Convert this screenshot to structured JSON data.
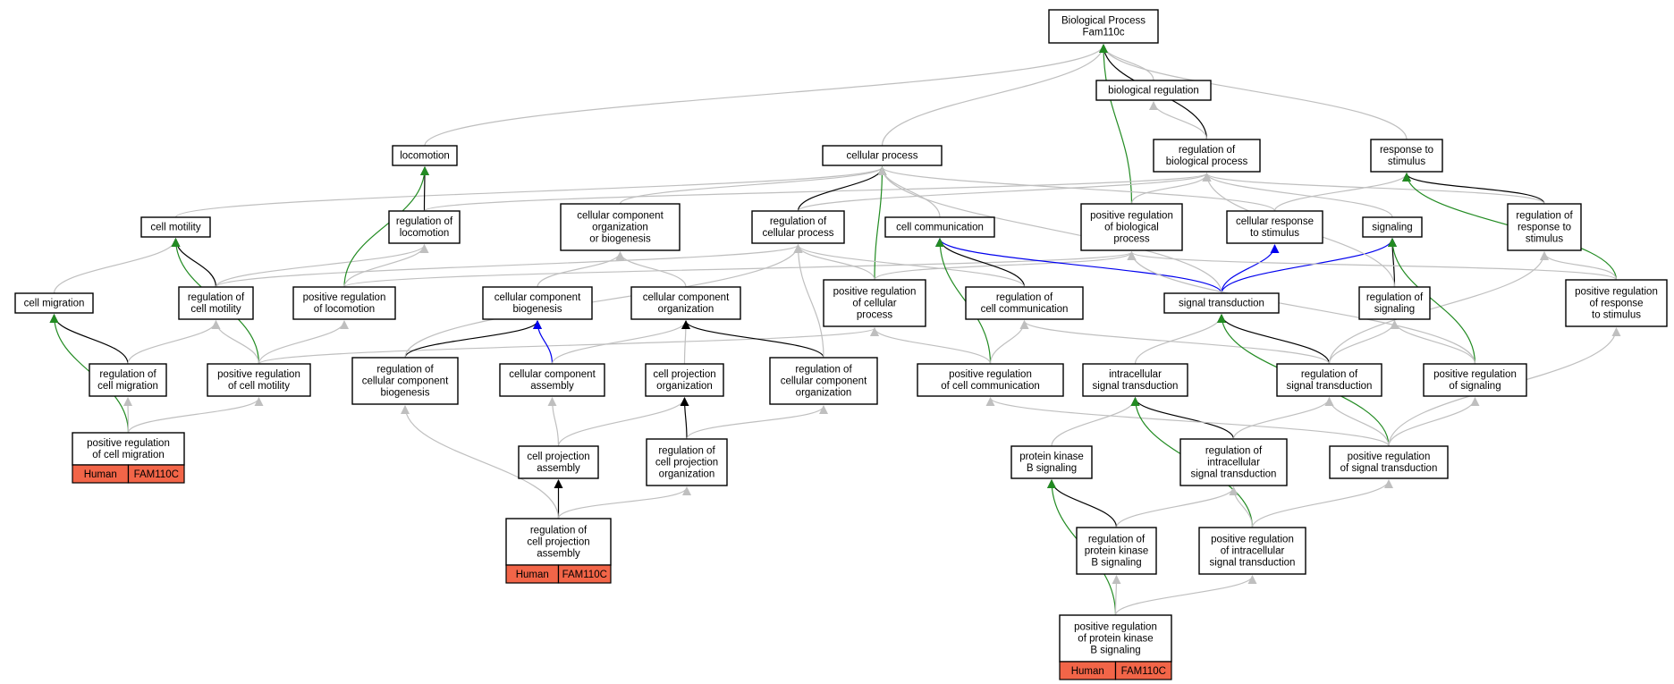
{
  "colors": {
    "is_a": "#bfbfbf",
    "part_of": "#0000ee",
    "regulates": "#000000",
    "positively_regulates": "#228b22",
    "annotation_tag": "#f26548"
  },
  "nodes": [
    {
      "id": "bp",
      "lines": [
        "Biological Process",
        "Fam110c"
      ]
    },
    {
      "id": "bioreg",
      "lines": [
        "biological regulation"
      ]
    },
    {
      "id": "locomotion",
      "lines": [
        "locomotion"
      ]
    },
    {
      "id": "cellproc",
      "lines": [
        "cellular process"
      ]
    },
    {
      "id": "regbio",
      "lines": [
        "regulation of",
        "biological process"
      ]
    },
    {
      "id": "response",
      "lines": [
        "response to",
        "stimulus"
      ]
    },
    {
      "id": "motility",
      "lines": [
        "cell motility"
      ]
    },
    {
      "id": "regloc",
      "lines": [
        "regulation of",
        "locomotion"
      ]
    },
    {
      "id": "ccob",
      "lines": [
        "cellular component",
        "organization",
        "or biogenesis"
      ]
    },
    {
      "id": "regcell",
      "lines": [
        "regulation of",
        "cellular process"
      ]
    },
    {
      "id": "cellcomm",
      "lines": [
        "cell communication"
      ]
    },
    {
      "id": "posregbio",
      "lines": [
        "positive regulation",
        "of biological",
        "process"
      ]
    },
    {
      "id": "cellresp",
      "lines": [
        "cellular response",
        "to stimulus"
      ]
    },
    {
      "id": "signaling",
      "lines": [
        "signaling"
      ]
    },
    {
      "id": "regresp",
      "lines": [
        "regulation of",
        "response to",
        "stimulus"
      ]
    },
    {
      "id": "migration",
      "lines": [
        "cell migration"
      ]
    },
    {
      "id": "regmot",
      "lines": [
        "regulation of",
        "cell motility"
      ]
    },
    {
      "id": "posregloc",
      "lines": [
        "positive regulation",
        "of locomotion"
      ]
    },
    {
      "id": "ccbiogen",
      "lines": [
        "cellular component",
        "biogenesis"
      ]
    },
    {
      "id": "ccorg",
      "lines": [
        "cellular component",
        "organization"
      ]
    },
    {
      "id": "posregcell",
      "lines": [
        "positive regulation",
        "of cellular",
        "process"
      ]
    },
    {
      "id": "regcomm",
      "lines": [
        "regulation of",
        "cell communication"
      ]
    },
    {
      "id": "sigtrans",
      "lines": [
        "signal transduction"
      ]
    },
    {
      "id": "regsig",
      "lines": [
        "regulation of",
        "signaling"
      ]
    },
    {
      "id": "posregresp",
      "lines": [
        "positive regulation",
        "of response",
        "to stimulus"
      ]
    },
    {
      "id": "regmig",
      "lines": [
        "regulation of",
        "cell migration"
      ]
    },
    {
      "id": "posregmot",
      "lines": [
        "positive regulation",
        "of cell motility"
      ]
    },
    {
      "id": "regccbiogen",
      "lines": [
        "regulation of",
        "cellular component",
        "biogenesis"
      ]
    },
    {
      "id": "ccassembly",
      "lines": [
        "cellular component",
        "assembly"
      ]
    },
    {
      "id": "cporg",
      "lines": [
        "cell projection",
        "organization"
      ]
    },
    {
      "id": "regccorg",
      "lines": [
        "regulation of",
        "cellular component",
        "organization"
      ]
    },
    {
      "id": "posregcomm",
      "lines": [
        "positive regulation",
        "of cell communication"
      ]
    },
    {
      "id": "intrasig",
      "lines": [
        "intracellular",
        "signal transduction"
      ]
    },
    {
      "id": "regsigtrans",
      "lines": [
        "regulation of",
        "signal transduction"
      ]
    },
    {
      "id": "posregsig",
      "lines": [
        "positive regulation",
        "of signaling"
      ]
    },
    {
      "id": "posregmig",
      "lines": [
        "positive regulation",
        "of cell migration"
      ],
      "annotation": [
        "Human",
        "FAM110C"
      ]
    },
    {
      "id": "cpassembly",
      "lines": [
        "cell projection",
        "assembly"
      ]
    },
    {
      "id": "regcporg",
      "lines": [
        "regulation of",
        "cell projection",
        "organization"
      ]
    },
    {
      "id": "pkb",
      "lines": [
        "protein kinase",
        "B signaling"
      ]
    },
    {
      "id": "regintrasig",
      "lines": [
        "regulation of",
        "intracellular",
        "signal transduction"
      ]
    },
    {
      "id": "posregsigtrans",
      "lines": [
        "positive regulation",
        "of signal transduction"
      ]
    },
    {
      "id": "regcpassembly",
      "lines": [
        "regulation of",
        "cell projection",
        "assembly"
      ],
      "annotation": [
        "Human",
        "FAM110C"
      ]
    },
    {
      "id": "regpkb",
      "lines": [
        "regulation of",
        "protein kinase",
        "B signaling"
      ]
    },
    {
      "id": "posregintrasig",
      "lines": [
        "positive regulation",
        "of intracellular",
        "signal transduction"
      ]
    },
    {
      "id": "posregpkb",
      "lines": [
        "positive regulation",
        "of protein kinase",
        "B signaling"
      ],
      "annotation": [
        "Human",
        "FAM110C"
      ]
    }
  ],
  "edges": [
    {
      "from": "bioreg",
      "to": "bp",
      "type": "is_a"
    },
    {
      "from": "locomotion",
      "to": "bp",
      "type": "is_a"
    },
    {
      "from": "cellproc",
      "to": "bp",
      "type": "is_a"
    },
    {
      "from": "regbio",
      "to": "bp",
      "type": "regulates"
    },
    {
      "from": "regbio",
      "to": "bioreg",
      "type": "is_a"
    },
    {
      "from": "response",
      "to": "bp",
      "type": "is_a"
    },
    {
      "from": "posregbio",
      "to": "bp",
      "type": "positively_regulates"
    },
    {
      "from": "posregbio",
      "to": "regbio",
      "type": "is_a"
    },
    {
      "from": "motility",
      "to": "cellproc",
      "type": "is_a"
    },
    {
      "from": "regloc",
      "to": "locomotion",
      "type": "regulates"
    },
    {
      "from": "regloc",
      "to": "regbio",
      "type": "is_a"
    },
    {
      "from": "ccob",
      "to": "cellproc",
      "type": "is_a"
    },
    {
      "from": "regcell",
      "to": "cellproc",
      "type": "regulates"
    },
    {
      "from": "regcell",
      "to": "regbio",
      "type": "is_a"
    },
    {
      "from": "cellcomm",
      "to": "cellproc",
      "type": "is_a"
    },
    {
      "from": "cellresp",
      "to": "cellproc",
      "type": "is_a"
    },
    {
      "from": "cellresp",
      "to": "response",
      "type": "is_a"
    },
    {
      "from": "signaling",
      "to": "regbio",
      "type": "is_a"
    },
    {
      "from": "regresp",
      "to": "response",
      "type": "regulates"
    },
    {
      "from": "regresp",
      "to": "regbio",
      "type": "is_a"
    },
    {
      "from": "migration",
      "to": "motility",
      "type": "is_a"
    },
    {
      "from": "regmot",
      "to": "motility",
      "type": "regulates"
    },
    {
      "from": "regmot",
      "to": "regloc",
      "type": "is_a"
    },
    {
      "from": "regmot",
      "to": "regcell",
      "type": "is_a"
    },
    {
      "from": "posregloc",
      "to": "locomotion",
      "type": "positively_regulates"
    },
    {
      "from": "posregloc",
      "to": "regloc",
      "type": "is_a"
    },
    {
      "from": "posregloc",
      "to": "posregbio",
      "type": "is_a"
    },
    {
      "from": "ccbiogen",
      "to": "ccob",
      "type": "is_a"
    },
    {
      "from": "ccorg",
      "to": "ccob",
      "type": "is_a"
    },
    {
      "from": "posregcell",
      "to": "cellproc",
      "type": "positively_regulates"
    },
    {
      "from": "posregcell",
      "to": "regcell",
      "type": "is_a"
    },
    {
      "from": "posregcell",
      "to": "posregbio",
      "type": "is_a"
    },
    {
      "from": "regcomm",
      "to": "cellcomm",
      "type": "regulates"
    },
    {
      "from": "regcomm",
      "to": "regcell",
      "type": "is_a"
    },
    {
      "from": "sigtrans",
      "to": "cellresp",
      "type": "part_of"
    },
    {
      "from": "sigtrans",
      "to": "signaling",
      "type": "part_of"
    },
    {
      "from": "sigtrans",
      "to": "cellcomm",
      "type": "part_of"
    },
    {
      "from": "sigtrans",
      "to": "cellproc",
      "type": "is_a"
    },
    {
      "from": "regsig",
      "to": "signaling",
      "type": "regulates"
    },
    {
      "from": "regsig",
      "to": "regbio",
      "type": "is_a"
    },
    {
      "from": "posregresp",
      "to": "response",
      "type": "positively_regulates"
    },
    {
      "from": "posregresp",
      "to": "regresp",
      "type": "is_a"
    },
    {
      "from": "posregresp",
      "to": "posregbio",
      "type": "is_a"
    },
    {
      "from": "regmig",
      "to": "migration",
      "type": "regulates"
    },
    {
      "from": "regmig",
      "to": "regmot",
      "type": "is_a"
    },
    {
      "from": "posregmot",
      "to": "motility",
      "type": "positively_regulates"
    },
    {
      "from": "posregmot",
      "to": "regmot",
      "type": "is_a"
    },
    {
      "from": "posregmot",
      "to": "posregloc",
      "type": "is_a"
    },
    {
      "from": "posregmot",
      "to": "posregcell",
      "type": "is_a"
    },
    {
      "from": "regccbiogen",
      "to": "ccbiogen",
      "type": "regulates"
    },
    {
      "from": "regccbiogen",
      "to": "regcell",
      "type": "is_a"
    },
    {
      "from": "ccassembly",
      "to": "ccbiogen",
      "type": "part_of"
    },
    {
      "from": "ccassembly",
      "to": "ccorg",
      "type": "is_a"
    },
    {
      "from": "cporg",
      "to": "ccorg",
      "type": "is_a"
    },
    {
      "from": "regccorg",
      "to": "ccorg",
      "type": "regulates"
    },
    {
      "from": "regccorg",
      "to": "regcell",
      "type": "is_a"
    },
    {
      "from": "posregcomm",
      "to": "cellcomm",
      "type": "positively_regulates"
    },
    {
      "from": "posregcomm",
      "to": "regcomm",
      "type": "is_a"
    },
    {
      "from": "posregcomm",
      "to": "posregcell",
      "type": "is_a"
    },
    {
      "from": "intrasig",
      "to": "sigtrans",
      "type": "is_a"
    },
    {
      "from": "regsigtrans",
      "to": "sigtrans",
      "type": "regulates"
    },
    {
      "from": "regsigtrans",
      "to": "regsig",
      "type": "is_a"
    },
    {
      "from": "regsigtrans",
      "to": "regcomm",
      "type": "is_a"
    },
    {
      "from": "regsigtrans",
      "to": "regresp",
      "type": "is_a"
    },
    {
      "from": "posregsig",
      "to": "signaling",
      "type": "positively_regulates"
    },
    {
      "from": "posregsig",
      "to": "regsig",
      "type": "is_a"
    },
    {
      "from": "posregsig",
      "to": "posregbio",
      "type": "is_a"
    },
    {
      "from": "posregmig",
      "to": "migration",
      "type": "positively_regulates"
    },
    {
      "from": "posregmig",
      "to": "regmig",
      "type": "is_a"
    },
    {
      "from": "posregmig",
      "to": "posregmot",
      "type": "is_a"
    },
    {
      "from": "cpassembly",
      "to": "ccassembly",
      "type": "is_a"
    },
    {
      "from": "cpassembly",
      "to": "cporg",
      "type": "is_a"
    },
    {
      "from": "regcporg",
      "to": "cporg",
      "type": "regulates"
    },
    {
      "from": "regcporg",
      "to": "regccorg",
      "type": "is_a"
    },
    {
      "from": "pkb",
      "to": "intrasig",
      "type": "is_a"
    },
    {
      "from": "regintrasig",
      "to": "intrasig",
      "type": "regulates"
    },
    {
      "from": "regintrasig",
      "to": "regsigtrans",
      "type": "is_a"
    },
    {
      "from": "posregsigtrans",
      "to": "sigtrans",
      "type": "positively_regulates"
    },
    {
      "from": "posregsigtrans",
      "to": "regsigtrans",
      "type": "is_a"
    },
    {
      "from": "posregsigtrans",
      "to": "posregsig",
      "type": "is_a"
    },
    {
      "from": "posregsigtrans",
      "to": "posregcomm",
      "type": "is_a"
    },
    {
      "from": "posregsigtrans",
      "to": "posregresp",
      "type": "is_a"
    },
    {
      "from": "regcpassembly",
      "to": "cpassembly",
      "type": "regulates"
    },
    {
      "from": "regcpassembly",
      "to": "regcporg",
      "type": "is_a"
    },
    {
      "from": "regcpassembly",
      "to": "regccbiogen",
      "type": "is_a"
    },
    {
      "from": "regpkb",
      "to": "pkb",
      "type": "regulates"
    },
    {
      "from": "regpkb",
      "to": "regintrasig",
      "type": "is_a"
    },
    {
      "from": "posregintrasig",
      "to": "intrasig",
      "type": "positively_regulates"
    },
    {
      "from": "posregintrasig",
      "to": "regintrasig",
      "type": "is_a"
    },
    {
      "from": "posregintrasig",
      "to": "posregsigtrans",
      "type": "is_a"
    },
    {
      "from": "posregpkb",
      "to": "pkb",
      "type": "positively_regulates"
    },
    {
      "from": "posregpkb",
      "to": "regpkb",
      "type": "is_a"
    },
    {
      "from": "posregpkb",
      "to": "posregintrasig",
      "type": "is_a"
    }
  ]
}
